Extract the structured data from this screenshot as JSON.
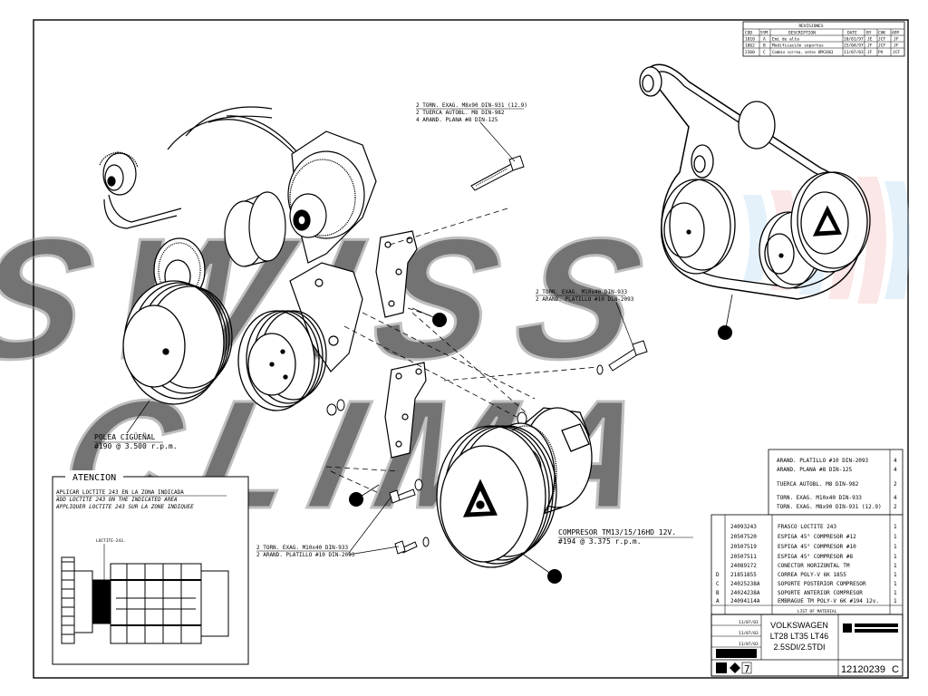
{
  "watermark": {
    "line1": "SWISS",
    "line2": "CLIMA"
  },
  "revisions": {
    "header": "REVISIONES",
    "columns": [
      "COD",
      "SYM",
      "DESCRIPTION",
      "DATE",
      "BY",
      "CHK",
      "APP"
    ],
    "rows": [
      [
        "1010",
        "A",
        "Emi de alta",
        "10/01/97",
        "JE",
        "JCF",
        "JF"
      ],
      [
        "1062",
        "B",
        "Modificación soportes",
        "25/04/97",
        "JF",
        "JCF",
        "JF"
      ],
      [
        "2360",
        "C",
        "Cambio correa, antes 8PK1863",
        "11/07/03",
        "JF",
        "PV",
        "JCF"
      ]
    ]
  },
  "notes": {
    "bolts_top": [
      "2 TORN. EXAG. M8x90 DIN-931 (12.9)",
      "2 TUERCA AUTOBL. M8 DIN-982",
      "4 ARAND. PLANA #8 DIN-125"
    ],
    "bolts_mid": [
      "2 TORN. EXAG. M10x40 DIN-933",
      "2 ARAND. PLATILLO #10 DIN-2093"
    ],
    "bolts_low": [
      "2 TORN. EXAG. M10x40 DIN-933",
      "2 ARAND. PLATILLO #10 DIN-2093"
    ],
    "crank": [
      "POLEA CIGÜEÑAL",
      "#190 @ 3.500 r.p.m."
    ],
    "compressor": [
      "COMPRESOR TM13/15/16HD 12V.",
      "#194 @ 3.375 r.p.m."
    ]
  },
  "attention": {
    "title": "ATENCION",
    "lines": [
      "APLICAR LOCTITE 243 EN LA ZONA INDICADA",
      "ADD LOCTITE 243 ON THE INDICATED AREA",
      "APPLIQUER LOCTITE 243 SUR LA ZONE INDIQUEE"
    ],
    "callout": "LOCTITE-243."
  },
  "parts_list": {
    "rows_unnumbered": [
      {
        "desc": "ARAND. PLATILLO #10 DIN-2093",
        "qty": "4"
      },
      {
        "desc": "ARAND. PLANA #8 DIN-125",
        "qty": "4"
      },
      {
        "desc": "TUERCA AUTOBL. M8 DIN-982",
        "qty": "2"
      },
      {
        "desc": "TORN. EXAG. M10x40 DIN-933",
        "qty": "4"
      },
      {
        "desc": "TORN. EXAG. M8x90 DIN-931 (12.9)",
        "qty": "2"
      }
    ],
    "rows": [
      {
        "sym": "",
        "code": "24093243",
        "desc": "FRASCO LOCTITE 243",
        "qty": "1"
      },
      {
        "sym": "",
        "code": "20507520",
        "desc": "ESPIGA 45° COMPRESOR #12",
        "qty": "1"
      },
      {
        "sym": "",
        "code": "20507519",
        "desc": "ESPIGA 45° COMPRESOR #10",
        "qty": "1"
      },
      {
        "sym": "",
        "code": "20507511",
        "desc": "ESPIGA 45° COMPRESOR #8",
        "qty": "1"
      },
      {
        "sym": "",
        "code": "24089172",
        "desc": "CONECTOR HORIZONTAL TM",
        "qty": "1"
      },
      {
        "sym": "D",
        "code": "21851855",
        "desc": "CORREA POLY-V 6K 1855",
        "qty": "1"
      },
      {
        "sym": "C",
        "code": "24025238A",
        "desc": "SOPORTE POSTERIOR COMPRESOR",
        "qty": "1"
      },
      {
        "sym": "B",
        "code": "24024238A",
        "desc": "SOPORTE ANTERIOR COMPRESOR",
        "qty": "1"
      },
      {
        "sym": "A",
        "code": "24094114A",
        "desc": "EMBRAGUE TM POLY-V 6K #194 12v.",
        "qty": "1"
      }
    ],
    "footer": "LIST OF MATERIAL"
  },
  "title_block": {
    "vehicle": [
      "VOLKSWAGEN",
      "LT28  LT35  LT46",
      "2.5SDI/2.5TDI"
    ],
    "sheet": "7",
    "drawing_number": "12120239",
    "revision": "C",
    "dates": [
      "11/07/03",
      "11/07/03",
      "11/07/03"
    ]
  }
}
